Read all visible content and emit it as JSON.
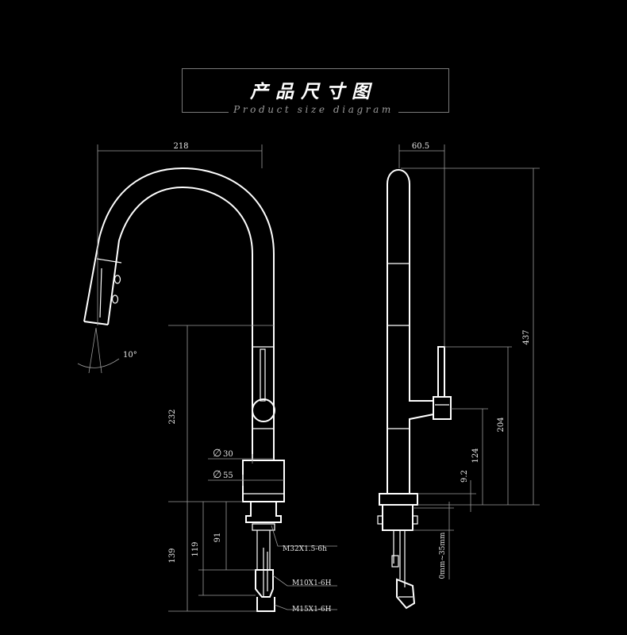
{
  "header": {
    "title": "产品尺寸图",
    "subtitle": "Product size diagram"
  },
  "front_view": {
    "width_label": "218",
    "spout_height_label": "232",
    "angle_label": "10°",
    "diameter_30_label": "30",
    "diameter_55_label": "55",
    "below_139_label": "139",
    "below_119_label": "119",
    "below_91_label": "91",
    "thread_m32_label": "M32X1.5-6h",
    "thread_m10_label": "M10X1-6H",
    "thread_m15_label": "M15X1-6H"
  },
  "side_view": {
    "depth_label": "60.5",
    "height_437_label": "437",
    "height_204_label": "204",
    "height_124_label": "124",
    "base_9_2_label": "9.2",
    "deck_range_label": "0mm~35mm"
  },
  "colors": {
    "background": "#000000",
    "line": "#ffffff",
    "dimension": "#9c9c9c"
  }
}
